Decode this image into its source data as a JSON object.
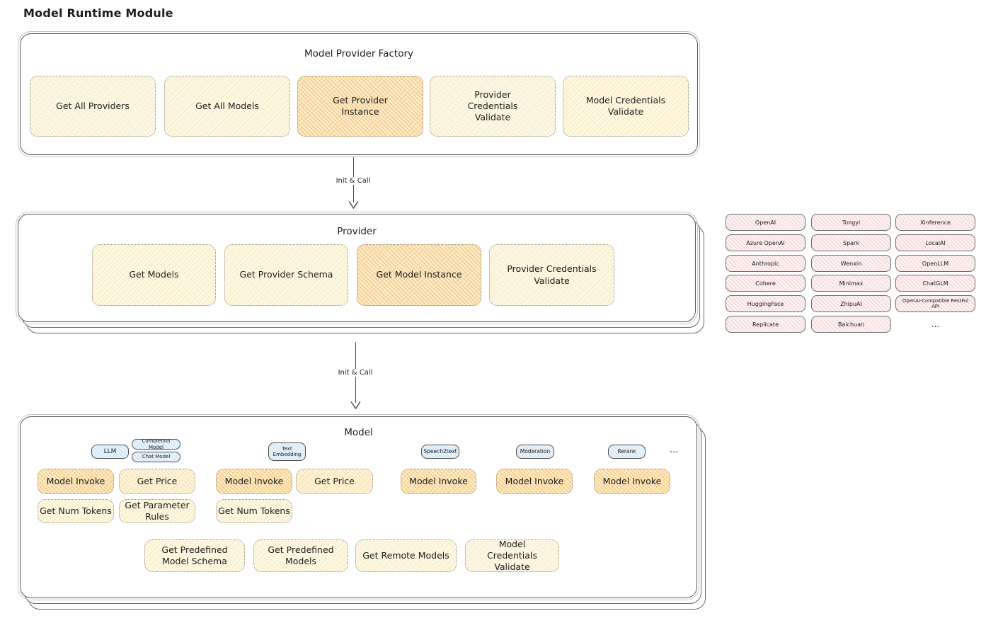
{
  "page": {
    "title": "Model Runtime Module"
  },
  "flow": {
    "arrow1_label": "Init & Call",
    "arrow2_label": "Init & Call"
  },
  "factory": {
    "title": "Model Provider Factory",
    "cells": [
      "Get All Providers",
      "Get All Models",
      "Get Provider Instance",
      "Provider Credentials Validate",
      "Model Credentials Validate"
    ]
  },
  "provider": {
    "title": "Provider",
    "cells": [
      "Get Models",
      "Get Provider Schema",
      "Get Model Instance",
      "Provider Credentials Validate"
    ]
  },
  "vendors": {
    "rows": [
      [
        "OpenAI",
        "Tongyi",
        "Xinference"
      ],
      [
        "Azure OpenAI",
        "Spark",
        "LocalAI"
      ],
      [
        "Anthropic",
        "Wenxin",
        "OpenLLM"
      ],
      [
        "Cohere",
        "Minimax",
        "ChatGLM"
      ],
      [
        "HuggingFace",
        "ZhipuAI",
        "OpenAI-Compatible RestFul API"
      ],
      [
        "Replicate",
        "Baichuan",
        "..."
      ]
    ]
  },
  "model": {
    "title": "Model",
    "tabs": {
      "llm": "LLM",
      "completion": "Completion Model",
      "chat": "Chat Model",
      "text_embedding": "Text Embedding",
      "speech2text": "Speech2text",
      "moderation": "Moderation",
      "rerank": "Rerank",
      "more": "..."
    },
    "llm_ops": {
      "invoke": "Model Invoke",
      "get_price": "Get Price",
      "get_num_tokens": "Get Num Tokens",
      "get_parameter_rules": "Get Parameter Rules"
    },
    "te_ops": {
      "invoke": "Model Invoke",
      "get_price": "Get Price",
      "get_num_tokens": "Get Num Tokens"
    },
    "s2t_ops": {
      "invoke": "Model Invoke"
    },
    "moderation_ops": {
      "invoke": "Model Invoke"
    },
    "rerank_ops": {
      "invoke": "Model Invoke"
    },
    "common_ops": [
      "Get Predefined Model Schema",
      "Get Predefined Models",
      "Get Remote Models",
      "Model Credentials Validate"
    ]
  }
}
